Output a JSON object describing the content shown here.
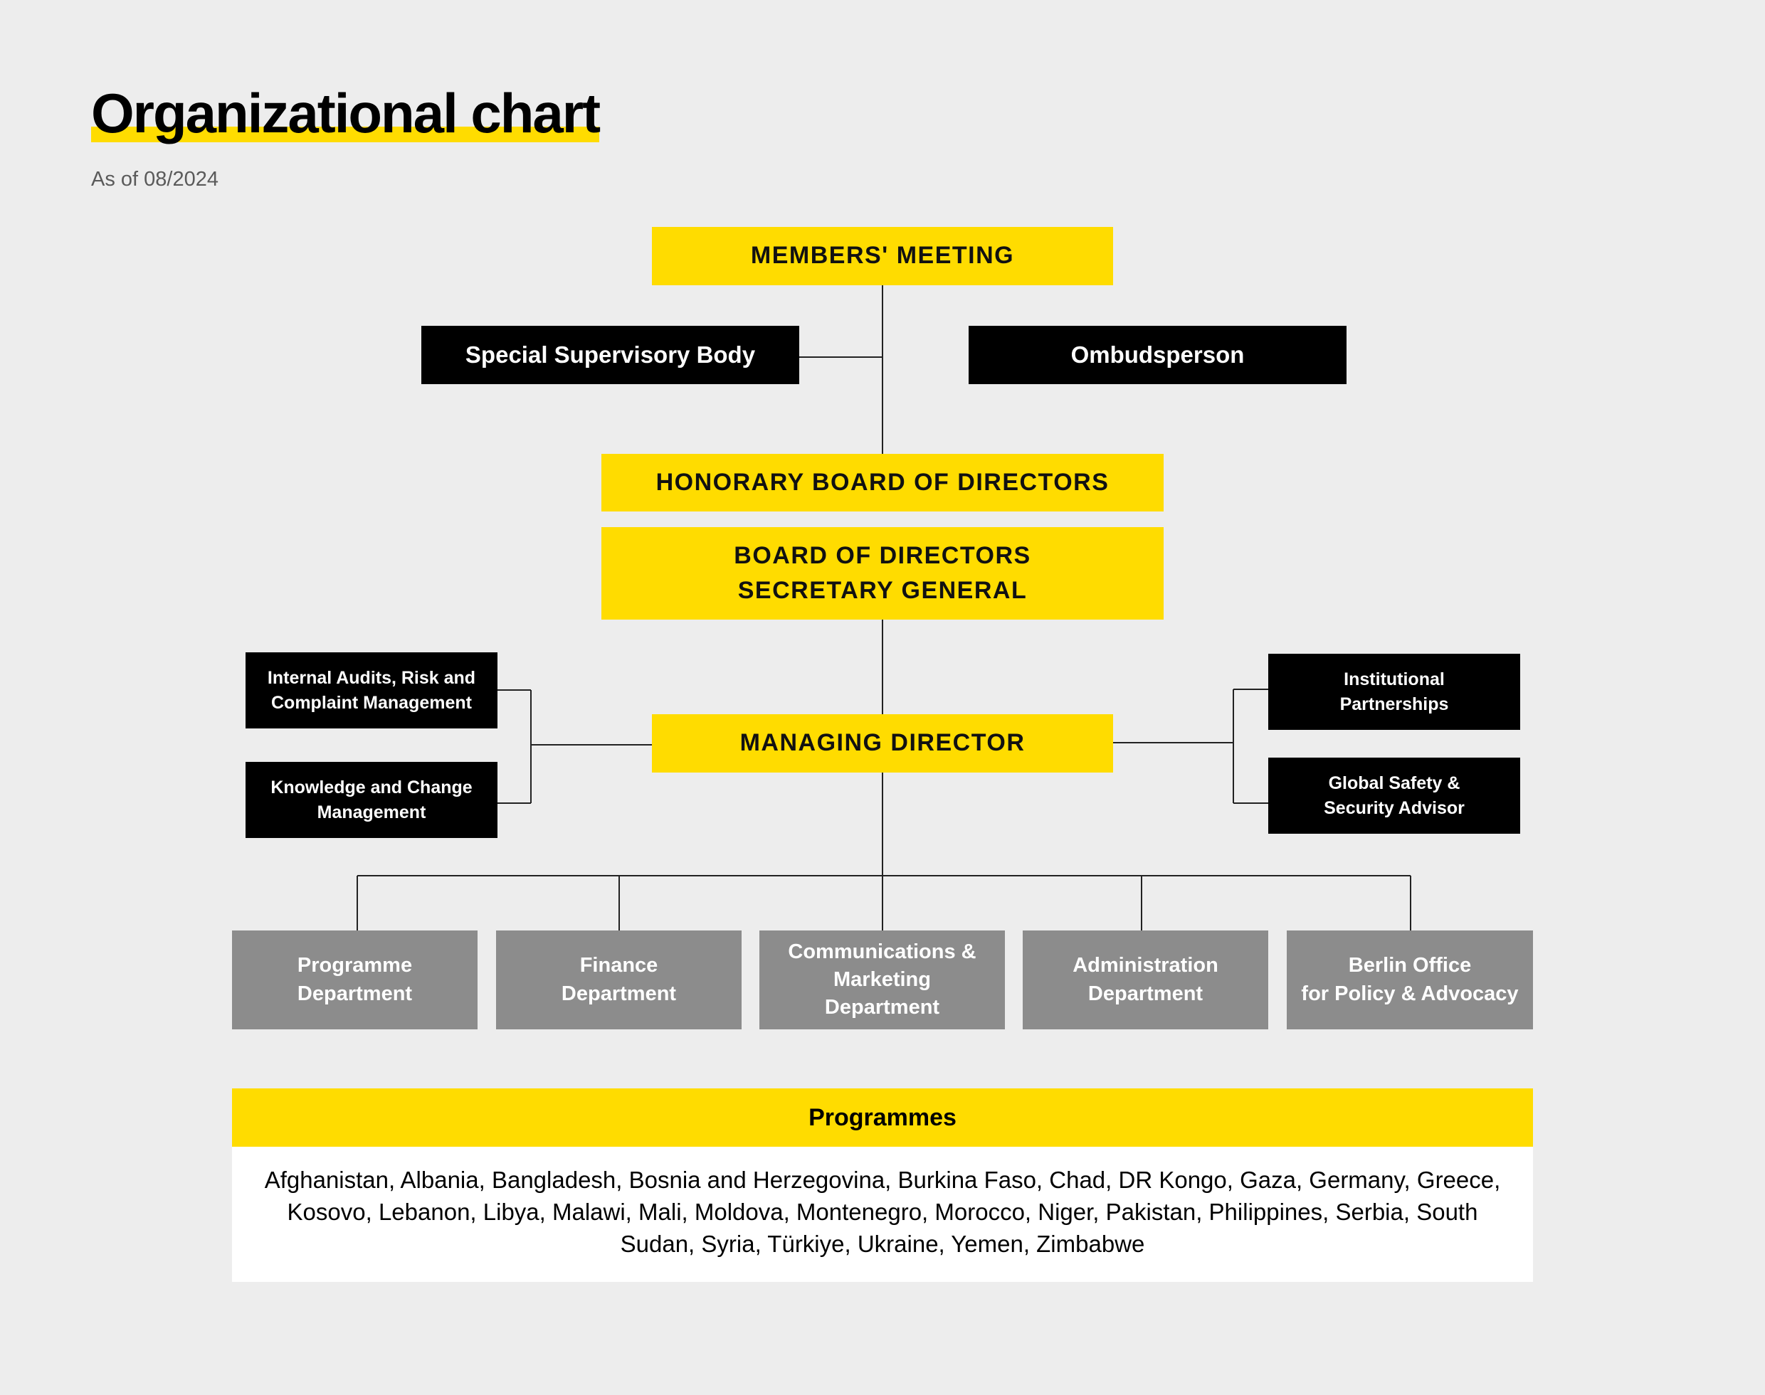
{
  "header": {
    "title": "Organizational chart",
    "subtitle": "As of 08/2024"
  },
  "colors": {
    "accent_yellow": "#ffdc00",
    "governance_black": "#000000",
    "department_grey": "#8c8c8c",
    "background": "#ededed"
  },
  "nodes": {
    "members_meeting": "MEMBERS' MEETING",
    "special_supervisory_body": "Special Supervisory Body",
    "ombudsperson": "Ombudsperson",
    "honorary_board": "HONORARY BOARD OF DIRECTORS",
    "board_line1": "BOARD OF DIRECTORS",
    "board_line2": "SECRETARY GENERAL",
    "managing_director": "MANAGING DIRECTOR",
    "internal_audits_line1": "Internal Audits, Risk and",
    "internal_audits_line2": "Complaint Management",
    "knowledge_line1": "Knowledge and Change",
    "knowledge_line2": "Management",
    "institutional_line1": "Institutional",
    "institutional_line2": "Partnerships",
    "safety_line1": "Global Safety &",
    "safety_line2": "Security Advisor"
  },
  "departments": [
    {
      "line1": "Programme",
      "line2": "Department"
    },
    {
      "line1": "Finance",
      "line2": "Department"
    },
    {
      "line1": "Communications &",
      "line2": "Marketing",
      "line3": "Department"
    },
    {
      "line1": "Administration",
      "line2": "Department"
    },
    {
      "line1": "Berlin Office",
      "line2": "for Policy & Advocacy"
    }
  ],
  "programmes": {
    "title": "Programmes",
    "countries": "Afghanistan, Albania, Bangladesh, Bosnia and Herzegovina, Burkina Faso, Chad, DR Kongo, Gaza, Germany, Greece, Kosovo, Lebanon, Libya, Malawi, Mali, Moldova, Montenegro, Morocco, Niger, Pakistan, Philippines, Serbia, South Sudan, Syria, Türkiye, Ukraine, Yemen, Zimbabwe"
  }
}
